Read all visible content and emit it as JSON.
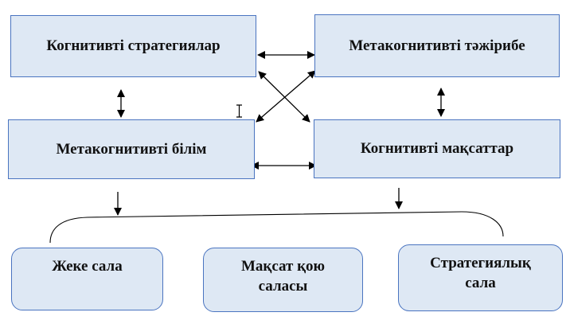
{
  "diagram": {
    "top_left": {
      "label": "Когнитивті стратегиялар"
    },
    "top_right": {
      "label": "Метакогнитивті тәжірибе"
    },
    "mid_left": {
      "label": "Метакогнитивті білім"
    },
    "mid_right": {
      "label": "Когнитивті мақсаттар"
    },
    "bottom": [
      {
        "line1": "Жеке сала",
        "line2": ""
      },
      {
        "line1": "Мақсат қою",
        "line2": "саласы"
      },
      {
        "line1": "Стратегиялық",
        "line2": "сала"
      }
    ],
    "connections": [
      {
        "from": "top_left",
        "to": "top_right",
        "type": "bidirectional"
      },
      {
        "from": "top_left",
        "to": "mid_right",
        "type": "bidirectional"
      },
      {
        "from": "top_right",
        "to": "mid_left",
        "type": "bidirectional"
      },
      {
        "from": "top_left",
        "to": "mid_left",
        "type": "bidirectional"
      },
      {
        "from": "top_right",
        "to": "mid_right",
        "type": "bidirectional"
      },
      {
        "from": "mid_left",
        "to": "mid_right",
        "type": "bidirectional"
      },
      {
        "from": "mid_left",
        "to": "bottom_group",
        "type": "directed"
      },
      {
        "from": "mid_right",
        "to": "bottom_group",
        "type": "directed"
      }
    ],
    "colors": {
      "box_fill": "#dee8f4",
      "box_border": "#4a74c0",
      "arrow": "#000000"
    }
  }
}
